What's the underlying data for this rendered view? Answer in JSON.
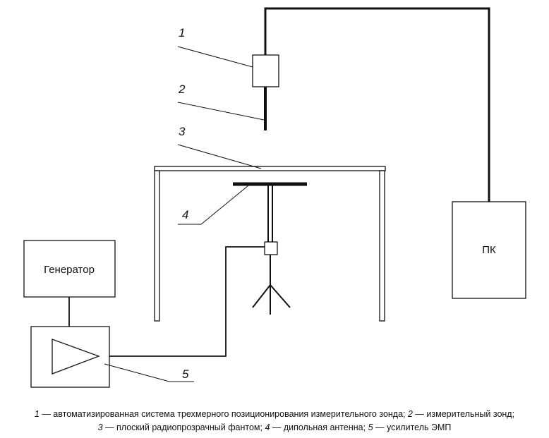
{
  "labels": {
    "pc": "ПК",
    "generator": "Генератор",
    "callouts": [
      "1",
      "2",
      "3",
      "4",
      "5"
    ]
  },
  "caption": {
    "line1": [
      {
        "num": "1",
        "text": " — автоматизированная система трехмерного позиционирования измерительного зонда; "
      },
      {
        "num": "2",
        "text": " — измерительный зонд;"
      }
    ],
    "line2": [
      {
        "num": "3",
        "text": " — плоский радиопрозрачный фантом; "
      },
      {
        "num": "4",
        "text": " — дипольная антенна;  "
      },
      {
        "num": "5",
        "text": " — усилитель ЭМП"
      }
    ]
  }
}
